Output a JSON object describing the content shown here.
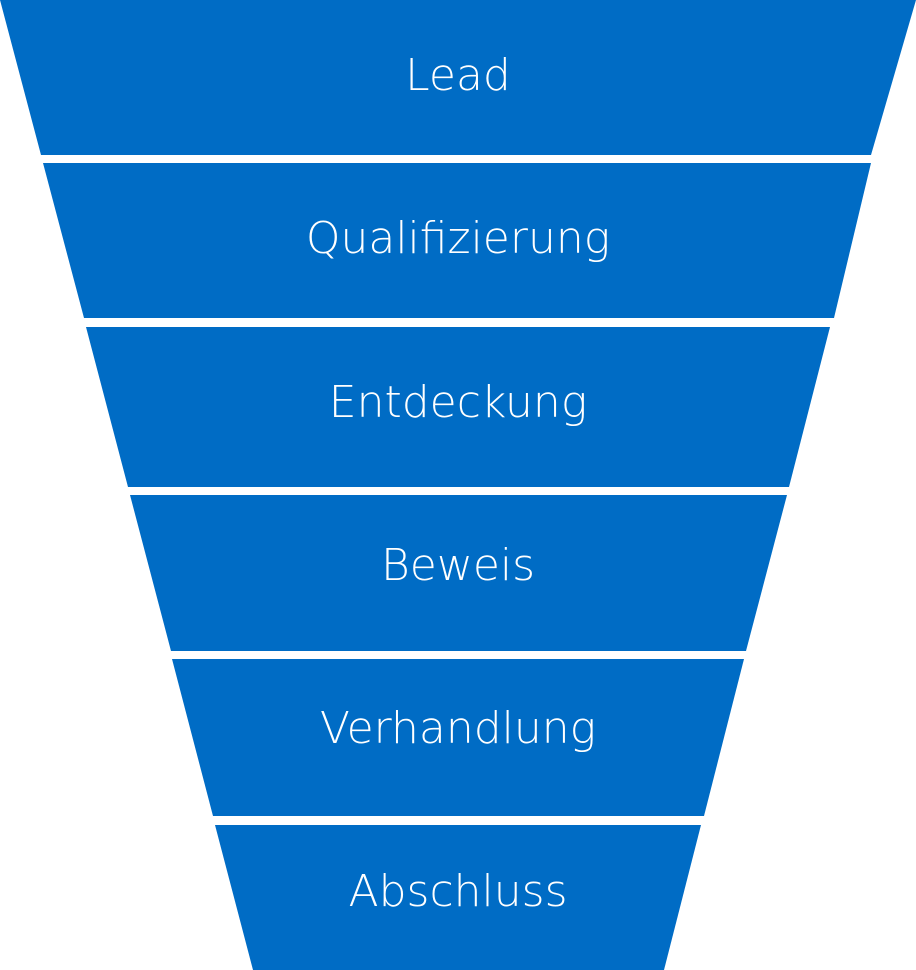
{
  "colors": {
    "stage_fill": "#006cc5",
    "label_text": "#ffffff",
    "background": "#ffffff"
  },
  "stages": [
    {
      "label": "Lead"
    },
    {
      "label": "Qualifizierung"
    },
    {
      "label": "Entdeckung"
    },
    {
      "label": "Beweis"
    },
    {
      "label": "Verhandlung"
    },
    {
      "label": "Abschluss"
    }
  ]
}
